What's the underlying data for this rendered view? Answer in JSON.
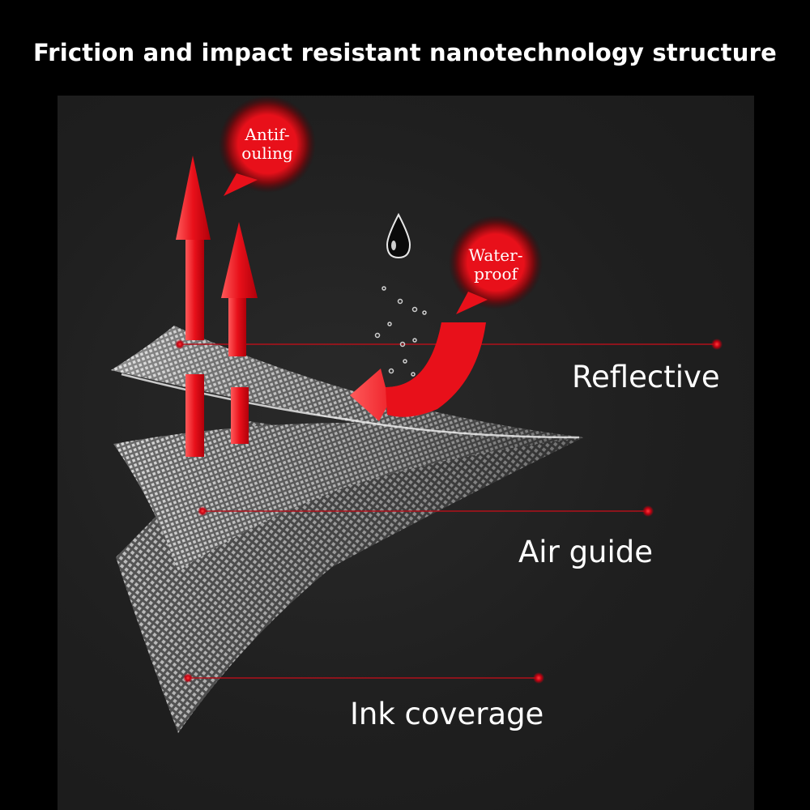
{
  "title": "Friction and impact resistant nanotechnology structure",
  "bubbles": {
    "antifouling_line1": "Antif-",
    "antifouling_line2": "ouling",
    "waterproof_line1": "Water-",
    "waterproof_line2": "proof"
  },
  "layers": [
    {
      "label": "Reflective"
    },
    {
      "label": "Air guide"
    },
    {
      "label": "Ink coverage"
    }
  ],
  "colors": {
    "background": "#000000",
    "panel": "#1f1f1f",
    "accent_red": "#e8101a",
    "text": "#ffffff"
  },
  "icons": [
    "water-drop-icon",
    "arrow-up-icon",
    "curved-arrow-icon",
    "speech-bubble-icon"
  ]
}
